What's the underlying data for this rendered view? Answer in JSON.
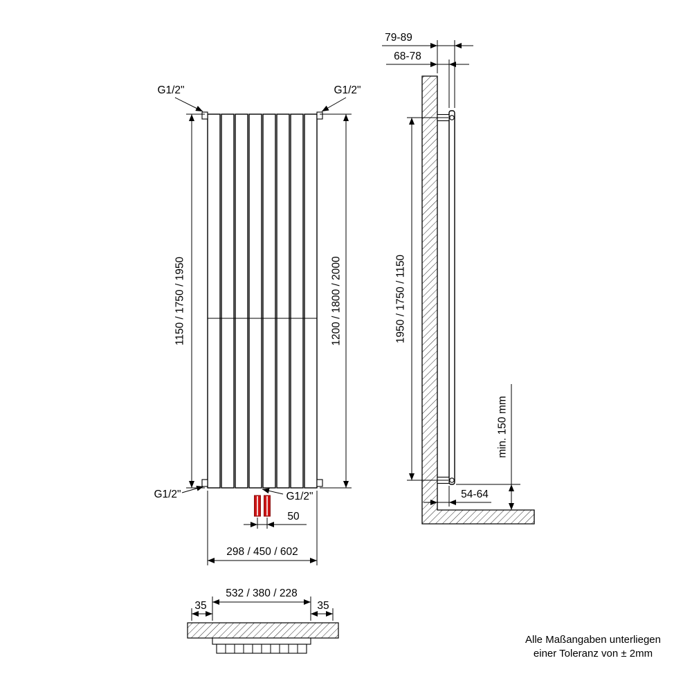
{
  "title": "Radiator dimension drawing",
  "colors": {
    "line": "#000000",
    "connector_red": "#cc1414",
    "background": "#ffffff"
  },
  "front_view": {
    "connection_top_left": "G1/2\"",
    "connection_top_right": "G1/2\"",
    "connection_bottom_left": "G1/2\"",
    "connection_bottom_center": "G1/2\"",
    "height_connections": "1150 / 1750 / 1950",
    "height_overall": "1200 / 1800 / 2000",
    "valve_spacing": "50",
    "width_overall": "298 / 450 / 602"
  },
  "side_view": {
    "depth_overall": "79-89",
    "depth_bracket": "68-78",
    "bracket_height": "1950 / 1750 / 1150",
    "floor_clearance": "min. 150 mm",
    "depth_bottom": "54-64"
  },
  "bracket_view": {
    "bracket_width": "532 / 380 / 228",
    "side_offset_left": "35",
    "side_offset_right": "35"
  },
  "footer": {
    "line1": "Alle Maßangaben unterliegen",
    "line2": "einer Toleranz von ± 2mm"
  }
}
